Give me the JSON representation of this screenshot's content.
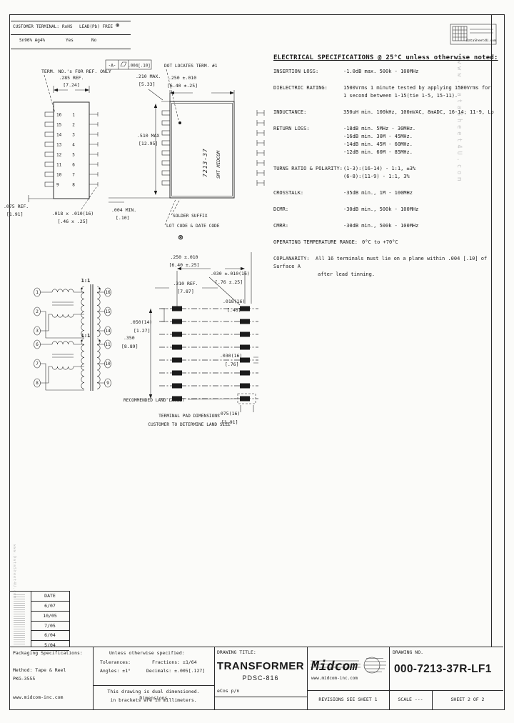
{
  "colors": {
    "ink": "#1b1b1b",
    "line": "#2b2b2b",
    "watermark": "#c6c6c6",
    "bg": "#fbfbf9"
  },
  "icons": {
    "lead_free": "⊛"
  },
  "watermark": {
    "side": "www.DataSheet4U.com",
    "side2": "www.DataSheet4U.com",
    "stamp": "DataSheet4U.com"
  },
  "terminal_table": {
    "h1": "CUSTOMER TERMINAL:",
    "h2": "RoHS",
    "h3": "LEAD(Pb) FREE",
    "v1": "Sn96% Ag4%",
    "v2": "Yes",
    "v3": "No"
  },
  "specs": {
    "title": "ELECTRICAL SPECIFICATIONS @ 25°C unless otherwise noted:",
    "rows": [
      {
        "label": "INSERTION LOSS:",
        "value": "-1.0dB max. 500k - 100MHz"
      },
      {
        "label": "DIELECTRIC RATING:",
        "value": "1500Vrms 1 minute tested by applying 1500Vrms for\n1 second between 1-15(tie 1-5, 15-11)."
      },
      {
        "label": "INDUCTANCE:",
        "value": "350uH min. 100kHz, 100mVAC, 8mADC, 16-14; 11-9, Lp"
      },
      {
        "label": "RETURN LOSS:",
        "value": "-18dB min. 5MHz - 30MHz.\n-16dB min. 30M - 45MHz.\n-14dB min. 45M - 60MHz.\n-12dB min. 60M - 85MHz."
      },
      {
        "label": "TURNS RATIO & POLARITY:",
        "value": "(1-3):(16-14) - 1:1, ±3%\n(6-8):(11-9) - 1:1,  3%"
      },
      {
        "label": "CROSSTALK:",
        "value": "-35dB min., 1M - 100MHz"
      },
      {
        "label": "DCMR:",
        "value": "-30dB min., 500k - 100MHz"
      },
      {
        "label": "CMRR:",
        "value": "-30dB min., 500k - 100MHz"
      }
    ],
    "op_temp": {
      "label": "OPERATING TEMPERATURE RANGE:",
      "value": "0°C to +70°C"
    },
    "coplanarity": {
      "label": "COPLANARITY:",
      "line1": "All 16 terminals must lie on a plane within .004 [.10] of Surface A",
      "line2": "after lead tinning."
    }
  },
  "top_view": {
    "note": "TERM. NO.'s FOR REF. ONLY",
    "dim_width": ".285 REF.",
    "dim_width_mm": "[7.24]",
    "left_pins": [
      "16",
      "15",
      "14",
      "13",
      "12",
      "11",
      "10",
      "9"
    ],
    "right_pins": [
      "1",
      "2",
      "3",
      "4",
      "5",
      "6",
      "7",
      "8"
    ],
    "dim_ref": ".075 REF.",
    "dim_ref_mm": "[1.91]",
    "dim_pad": ".018 x .010(16)",
    "dim_pad_mm": "[.46 x .25]"
  },
  "side_view": {
    "datum": "-A-",
    "flatness": ".004[.10]",
    "note_dot": "DOT LOCATES TERM. #1",
    "dim_depth": ".210 MAX.",
    "dim_depth_mm": "[5.33]",
    "dim_top": ".250 ±.010",
    "dim_top_mm": "[6.40 ±.25]",
    "dim_height": ".510 MAX",
    "dim_height_mm": "[12.95]",
    "dim_standoff": ".004 MIN.",
    "dim_standoff_mm": "[.10]",
    "marking1": "7213-37",
    "marking2": "SMT MIDCOM",
    "note_solder": "SOLDER SUFFIX",
    "note_lot": "LOT CODE & DATE CODE"
  },
  "schematic": {
    "ratio1": "1:1",
    "ratio2": "1:1",
    "t1_left": [
      "1",
      "2",
      "3"
    ],
    "t1_right": [
      "16",
      "15",
      "14"
    ],
    "t2_left": [
      "6",
      "7",
      "8"
    ],
    "t2_right": [
      "11",
      "10",
      "9"
    ]
  },
  "land": {
    "dim_top": ".250 ±.010",
    "dim_top_mm": "[6.40 ±.25]",
    "dim_pad_w": ".030 ±.010(16)",
    "dim_pad_w_mm": "[.76 ±.25]",
    "dim_ref": ".310 REF.",
    "dim_ref_mm": "[7.87]",
    "dim_pad_l": ".018(16)",
    "dim_pad_l_mm": "[.46]",
    "dim_pitch": ".050(14)",
    "dim_pitch_mm": "[1.27]",
    "dim_span": ".350",
    "dim_span_mm": "[8.89]",
    "dim_pad_w2": ".030(16)",
    "dim_pad_w2_mm": "[.76]",
    "dim_pad_l2": ".075(16)",
    "dim_pad_l2_mm": "[1.91]",
    "label": "RECOMMENDED LAND LAYOUT",
    "note1": "TERMINAL PAD DIMENSIONS",
    "note2": "CUSTOMER TO DETERMINE LAND SIZE"
  },
  "rev_table": {
    "header": "DATE",
    "dates": [
      "6/07",
      "10/05",
      "7/05",
      "6/04",
      "5/04"
    ]
  },
  "title_block": {
    "packaging_title": "Packaging Specifications:",
    "packaging_method": "Method: Tape & Reel",
    "packaging_pkg": "PKG-3555",
    "packaging_url": "www.midcom-inc.com",
    "tol_title": "Unless otherwise specified:",
    "tol_label": "Tolerances:",
    "tol_fractions": "Fractions: ±1/64",
    "tol_angles": "Angles: ±1°",
    "tol_decimals": "Decimals: ±.005[.127]",
    "note1": "This drawing is dual dimensioned.  Dimensions",
    "note2": "in brackets are in millimeters.",
    "title_label": "DRAWING TITLE:",
    "title": "TRANSFORMER",
    "subtitle": "PDSC-816",
    "ecos": "eCos p/n",
    "logo_text": "Midcom",
    "logo_url": "www.midcom-inc.com",
    "no_label": "DRAWING NO.",
    "number": "000-7213-37R-LF1",
    "revisions": "REVISIONS  SEE SHEET 1",
    "scale": "SCALE  ---",
    "sheet": "SHEET  2  OF  2"
  }
}
